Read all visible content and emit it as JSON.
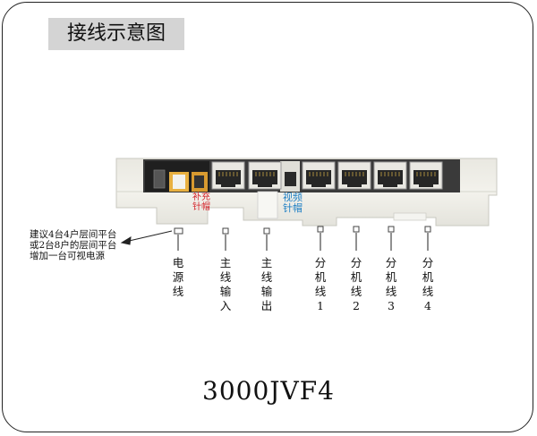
{
  "title": "接线示意图",
  "model": "3000JVF4",
  "note_lines": [
    "建议4台4户层间平台",
    "或2台8户的层间平台",
    "增加一台可视电源"
  ],
  "jumper_labels": {
    "supplement": "补充针帽",
    "video": "视频针帽"
  },
  "terminals": [
    {
      "label": "电源线"
    },
    {
      "label": "主线输入"
    },
    {
      "label": "主线输出"
    },
    {
      "label": "分机线1"
    },
    {
      "label": "分机线2"
    },
    {
      "label": "分机线3"
    },
    {
      "label": "分机线4"
    }
  ],
  "colors": {
    "supplement_label": "#d4232a",
    "video_label": "#1e7fc4",
    "title_bg": "#d4d4d4",
    "device_body": "#f1f0ea"
  }
}
